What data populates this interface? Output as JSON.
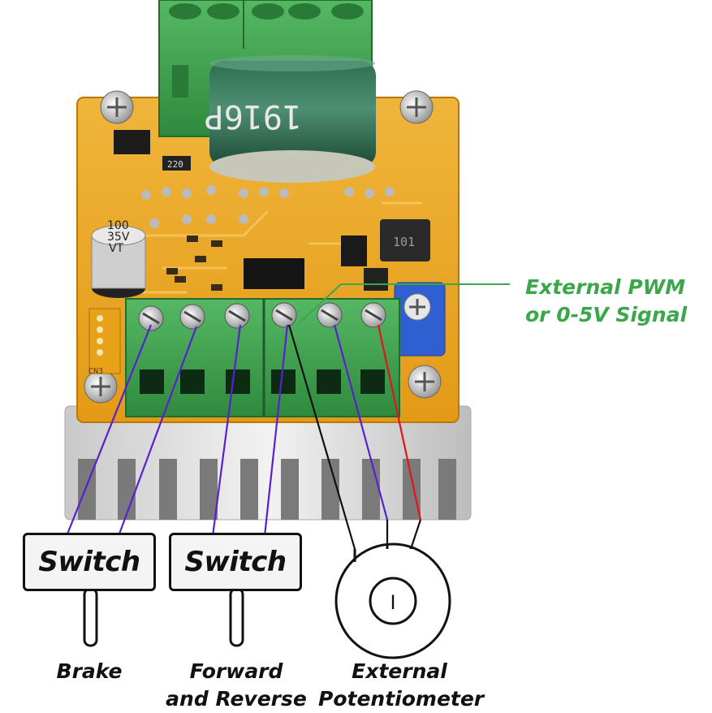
{
  "image": {
    "capacitor_large_text": "1916P",
    "capacitor_small_text": [
      "100",
      "35V",
      "VT"
    ],
    "inductor_text": "101",
    "resistor_text": "220",
    "header_pin_text": "CN3"
  },
  "callouts": {
    "pwm_line1": "External PWM",
    "pwm_line2": "or 0-5V Signal",
    "pwm_color": "#3aa84a"
  },
  "switches": [
    {
      "label": "Switch",
      "caption": [
        "Brake"
      ]
    },
    {
      "label": "Switch",
      "caption": [
        "Forward",
        "and Reverse"
      ]
    }
  ],
  "potentiometer": {
    "symbol": "I",
    "caption": [
      "External",
      "Potentiometer"
    ]
  },
  "colors": {
    "wire_purple": "#5a1fd0",
    "wire_black": "#111111",
    "wire_red": "#e0151b",
    "pcb_yellow": "#e8a21a",
    "terminal_green": "#3fa34d"
  }
}
